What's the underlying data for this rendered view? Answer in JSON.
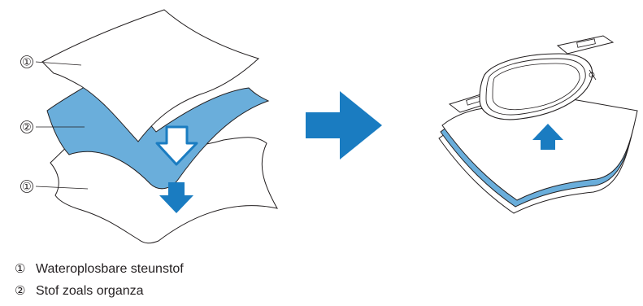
{
  "callouts": {
    "top_sheet": "①",
    "middle_sheet": "②",
    "bottom_sheet": "①"
  },
  "legend": [
    {
      "num": "①",
      "text": "Wateroplosbare steunstof"
    },
    {
      "num": "②",
      "text": "Stof zoals organza"
    }
  ],
  "colors": {
    "accent_blue": "#1a7cc1",
    "fabric_blue": "#6aaedb",
    "line": "#231f20"
  },
  "icons": [
    "arrow-down-icon",
    "arrow-right-icon",
    "arrow-up-icon",
    "embroidery-hoop-icon"
  ]
}
